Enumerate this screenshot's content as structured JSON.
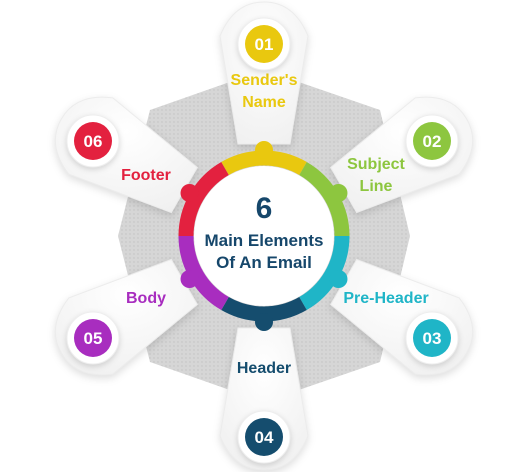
{
  "center": {
    "number": "6",
    "line1": "Main Elements",
    "line2": "Of An Email"
  },
  "elements": [
    {
      "number": "01",
      "label_lines": [
        "Sender's",
        "Name"
      ],
      "color": "#e9c80f"
    },
    {
      "number": "02",
      "label_lines": [
        "Subject",
        "Line"
      ],
      "color": "#8dc63f"
    },
    {
      "number": "03",
      "label_lines": [
        "Pre-Header"
      ],
      "color": "#1fb5c7"
    },
    {
      "number": "04",
      "label_lines": [
        "Header"
      ],
      "color": "#154d6e"
    },
    {
      "number": "05",
      "label_lines": [
        "Body"
      ],
      "color": "#a82dbf"
    },
    {
      "number": "06",
      "label_lines": [
        "Footer"
      ],
      "color": "#e3213f"
    }
  ]
}
